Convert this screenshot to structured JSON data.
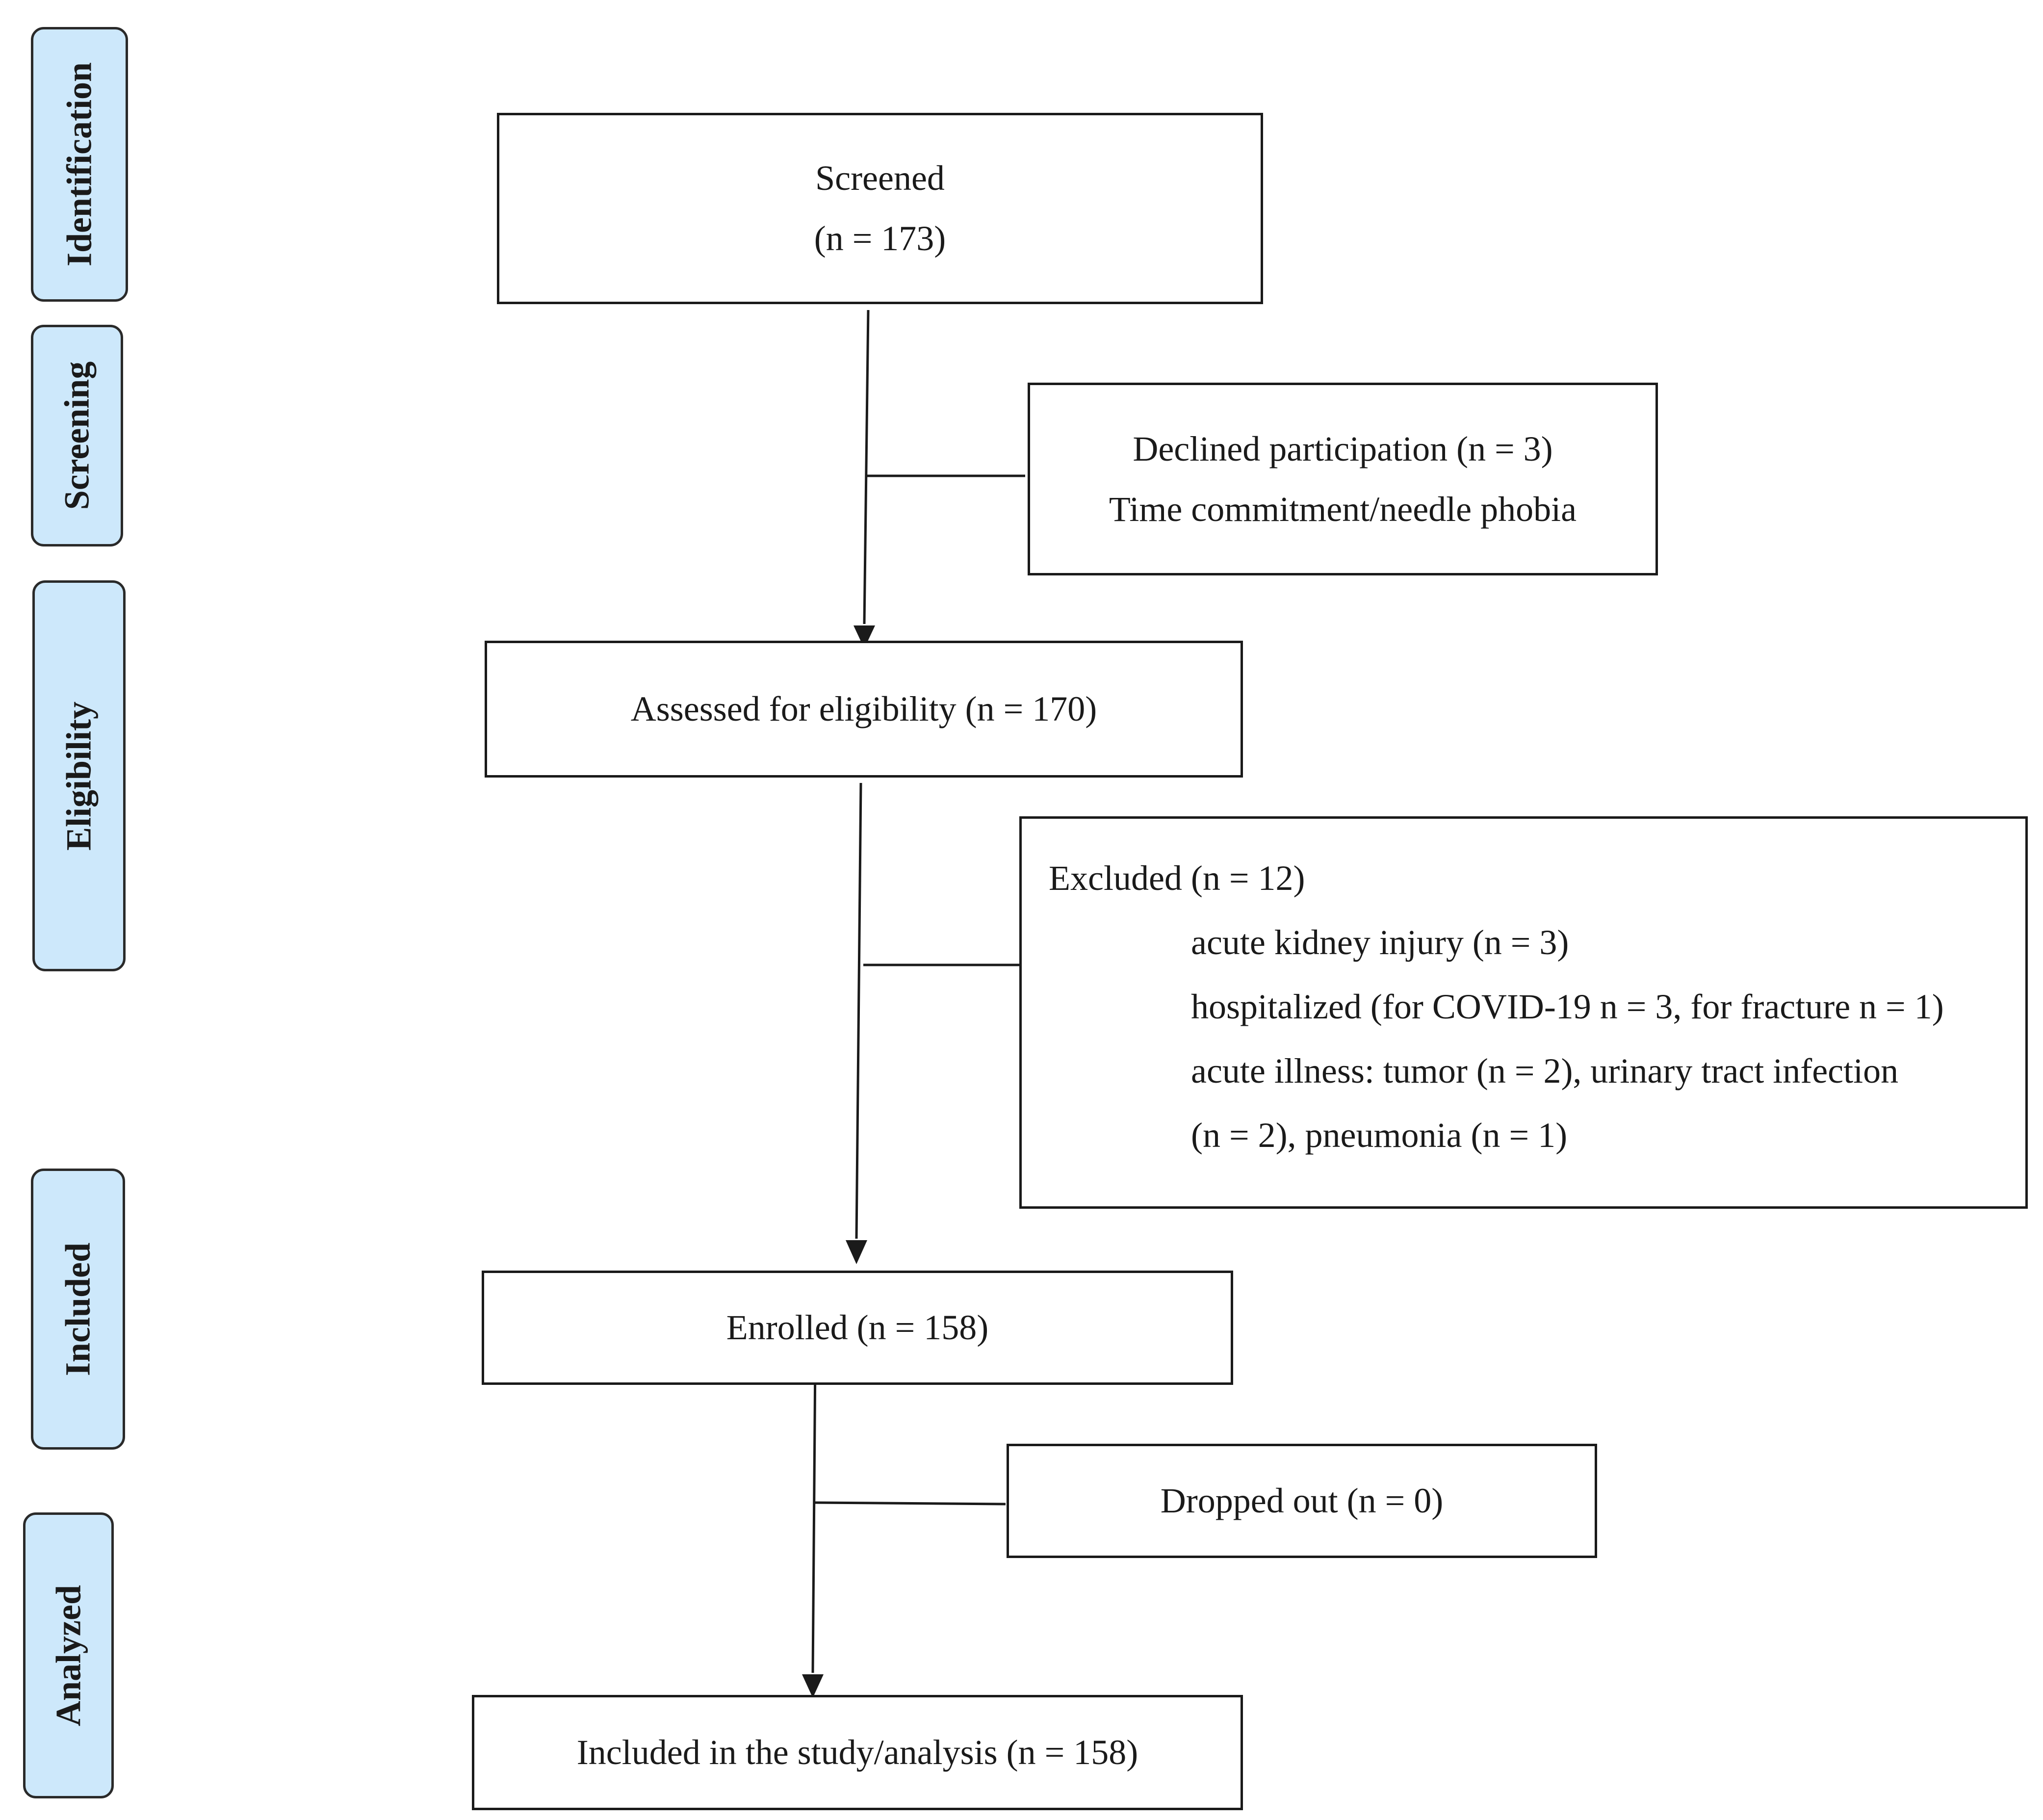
{
  "phases": {
    "identification": "Identification",
    "screening": "Screening",
    "eligibility": "Eligibility",
    "included": "Included",
    "analyzed": "Analyzed"
  },
  "boxes": {
    "screened": {
      "title": "Screened",
      "count": "(n = 173)"
    },
    "declined": {
      "line1": "Declined participation (n = 3)",
      "line2": "Time commitment/needle phobia"
    },
    "assessed": {
      "text": "Assessed for eligibility (n = 170)"
    },
    "excluded": {
      "title": "Excluded (n = 12)",
      "line1": "acute kidney injury (n = 3)",
      "line2": "hospitalized (for COVID-19 n = 3, for fracture n = 1)",
      "line3": "acute illness: tumor (n = 2), urinary tract infection",
      "line4": "(n = 2), pneumonia (n = 1)"
    },
    "enrolled": {
      "text": "Enrolled (n = 158)"
    },
    "dropped": {
      "text": "Dropped out (n = 0)"
    },
    "analysis": {
      "text": "Included in the study/analysis (n = 158)"
    }
  },
  "colors": {
    "phase_fill": "#cde8fb",
    "stroke": "#1a1a1a"
  }
}
